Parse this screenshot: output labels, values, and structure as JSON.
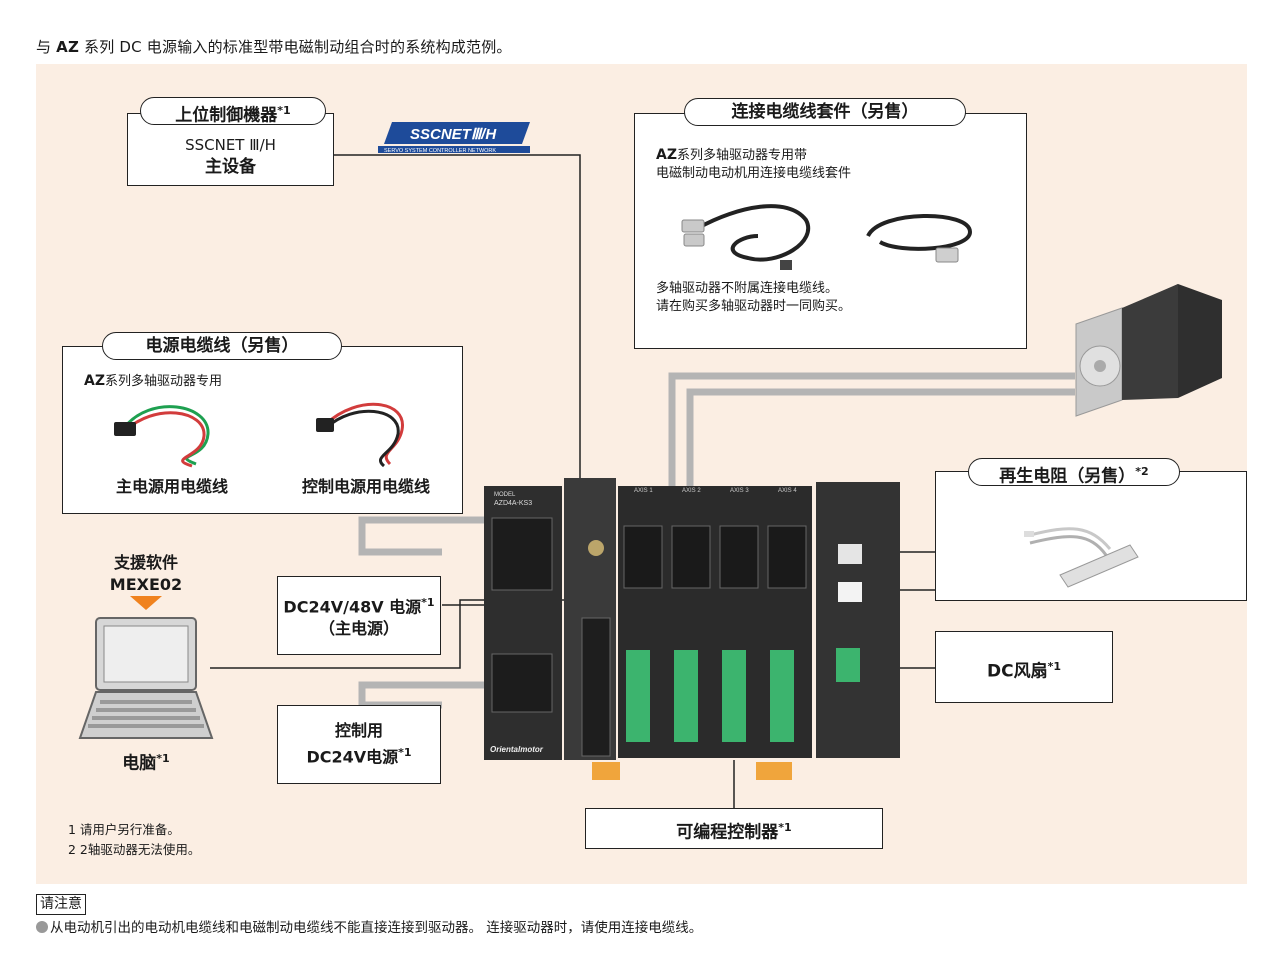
{
  "intro": {
    "prefix": "与 ",
    "series": "AZ",
    "suffix": " 系列 DC 电源输入的标准型带电磁制动组合时的系统构成范例。"
  },
  "controller": {
    "title": "上位制御機器",
    "title_sup": "*1",
    "line1": "SSCNET Ⅲ/H",
    "line2": "主设备"
  },
  "sscnet_logo": {
    "main": "SSCNETⅢ/H",
    "sub": "SERVO SYSTEM CONTROLLER NETWORK"
  },
  "cable_kit": {
    "title": "连接电缆线套件（另售）",
    "desc_series": "AZ",
    "desc1": "系列多轴驱动器专用带",
    "desc2": "电磁制动电动机用连接电缆线套件",
    "note1": "多轴驱动器不附属连接电缆线。",
    "note2": "请在购买多轴驱动器时一同购买。"
  },
  "power_cable": {
    "title": "电源电缆线（另售）",
    "desc_series": "AZ",
    "desc": "系列多轴驱动器专用",
    "item1": "主电源用电缆线",
    "item2": "控制电源用电缆线"
  },
  "software": {
    "line1": "支援软件",
    "line2": "MEXE02"
  },
  "pc": {
    "label": "电脑",
    "sup": "*1"
  },
  "main_power": {
    "line1": "DC24V/48V 电源",
    "sup": "*1",
    "line2": "（主电源）"
  },
  "ctrl_power": {
    "line1": "控制用",
    "line2": "DC24V电源",
    "sup": "*1"
  },
  "regen": {
    "title": "再生电阻（另售）",
    "sup": "*2"
  },
  "fan": {
    "label": "DC风扇",
    "sup": "*1"
  },
  "plc": {
    "label": "可编程控制器",
    "sup": "*1"
  },
  "driver": {
    "model_label": "MODEL",
    "model": "AZD4A-KS3",
    "brand": "Orientalmotor",
    "axes": [
      "AXIS 1",
      "AXIS 2",
      "AXIS 3",
      "AXIS 4"
    ]
  },
  "footnotes": [
    "1 请用户另行准备。",
    "2 2轴驱动器无法使用。"
  ],
  "caution": {
    "tag": "请注意",
    "text": "从电动机引出的电动机电缆线和电磁制动电缆线不能直接连接到驱动器。 连接驱动器时，请使用连接电缆线。"
  },
  "colors": {
    "panel": "#fbeee3",
    "wire": "#b4b4b4",
    "accent": "#f0821e",
    "driver": "#2e2e2e",
    "terminal": "#3cb46e"
  }
}
